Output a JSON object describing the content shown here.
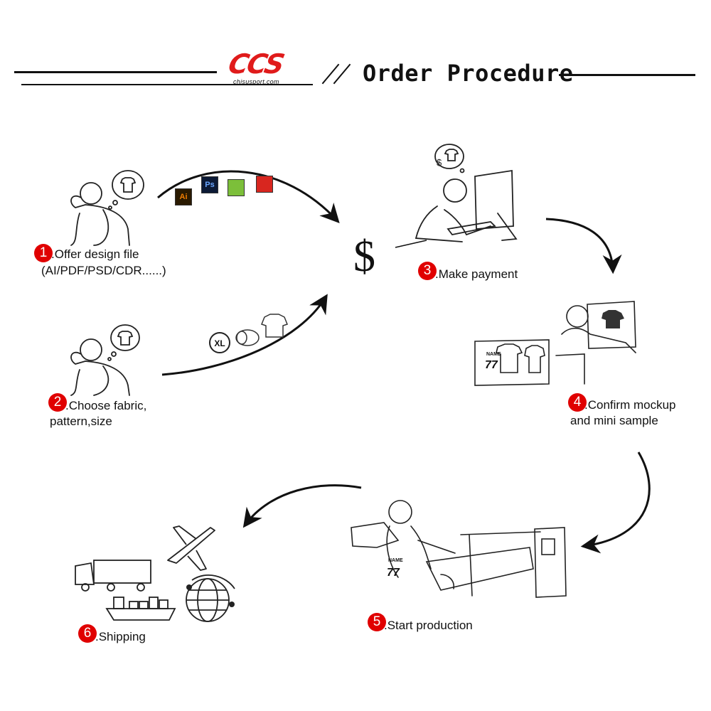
{
  "header": {
    "logo_text": "CCS",
    "logo_subtext": "chisusport.com",
    "title": "Order Procedure"
  },
  "steps": [
    {
      "number": "1",
      "label_lines": [
        ".Offer design file",
        "(AI/PDF/PSD/CDR......)"
      ]
    },
    {
      "number": "2",
      "label_lines": [
        ".Choose fabric,",
        "pattern,size"
      ]
    },
    {
      "number": "3",
      "label_lines": [
        ".Make payment"
      ]
    },
    {
      "number": "4",
      "label_lines": [
        ".Confirm mockup",
        "and mini sample"
      ]
    },
    {
      "number": "5",
      "label_lines": [
        ".Start production"
      ]
    },
    {
      "number": "6",
      "label_lines": [
        ".Shipping"
      ]
    }
  ],
  "file_icons": [
    "Ai",
    "Ps",
    "",
    ""
  ],
  "size_icon": "XL",
  "payment_symbol": "$",
  "jersey": {
    "name_text": "NAME",
    "number_text": "77"
  },
  "colors": {
    "brand_red": "#e01b1b",
    "badge_red": "#e00000",
    "line": "#111111",
    "ai_icon": "#f07d00",
    "ps_icon": "#1f4e9e",
    "green_icon": "#7cbf3a",
    "pdf_icon": "#d8261f"
  }
}
